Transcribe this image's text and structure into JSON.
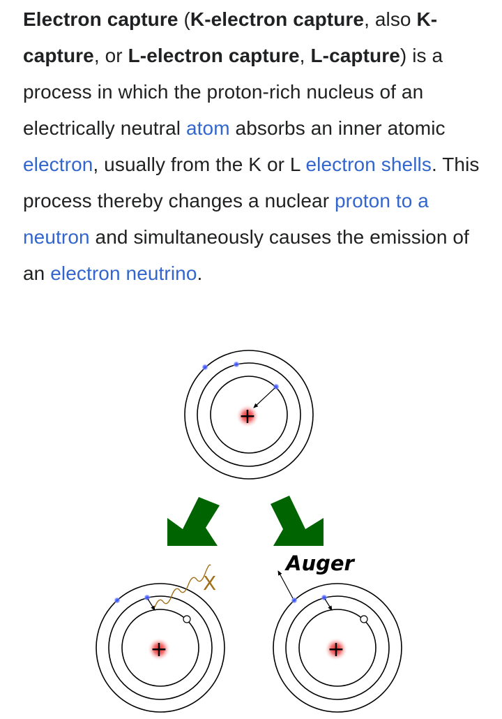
{
  "article": {
    "term_main": "Electron capture",
    "t1": " (",
    "term_k_electron": "K-electron capture",
    "t2": ", also ",
    "term_k_capture": "K-capture",
    "t3": ", or ",
    "term_l_electron": "L-electron capture",
    "t4": ", ",
    "term_l_capture": "L-capture",
    "t5": ") is a process in which the proton-rich nucleus of an electrically neutral ",
    "link_atom": "atom",
    "t6": " absorbs an inner atomic ",
    "link_electron": "electron",
    "t7": ", usually from the K or L ",
    "link_shells": "electron shells",
    "t8": ". This process thereby changes a nuclear ",
    "link_proton_neutron": "proton to a neutron",
    "t9": " and simultaneously causes the emission of an ",
    "link_neutrino": "electron neutrino",
    "t10": "."
  },
  "figure": {
    "nucleus_symbol": "+",
    "xray_label": "X",
    "auger_label": "Auger",
    "colors": {
      "arrow_green": "#006400",
      "electron_blue": "#3355ff",
      "nucleus_red": "#e83030",
      "photon_gold": "#a07018"
    }
  }
}
